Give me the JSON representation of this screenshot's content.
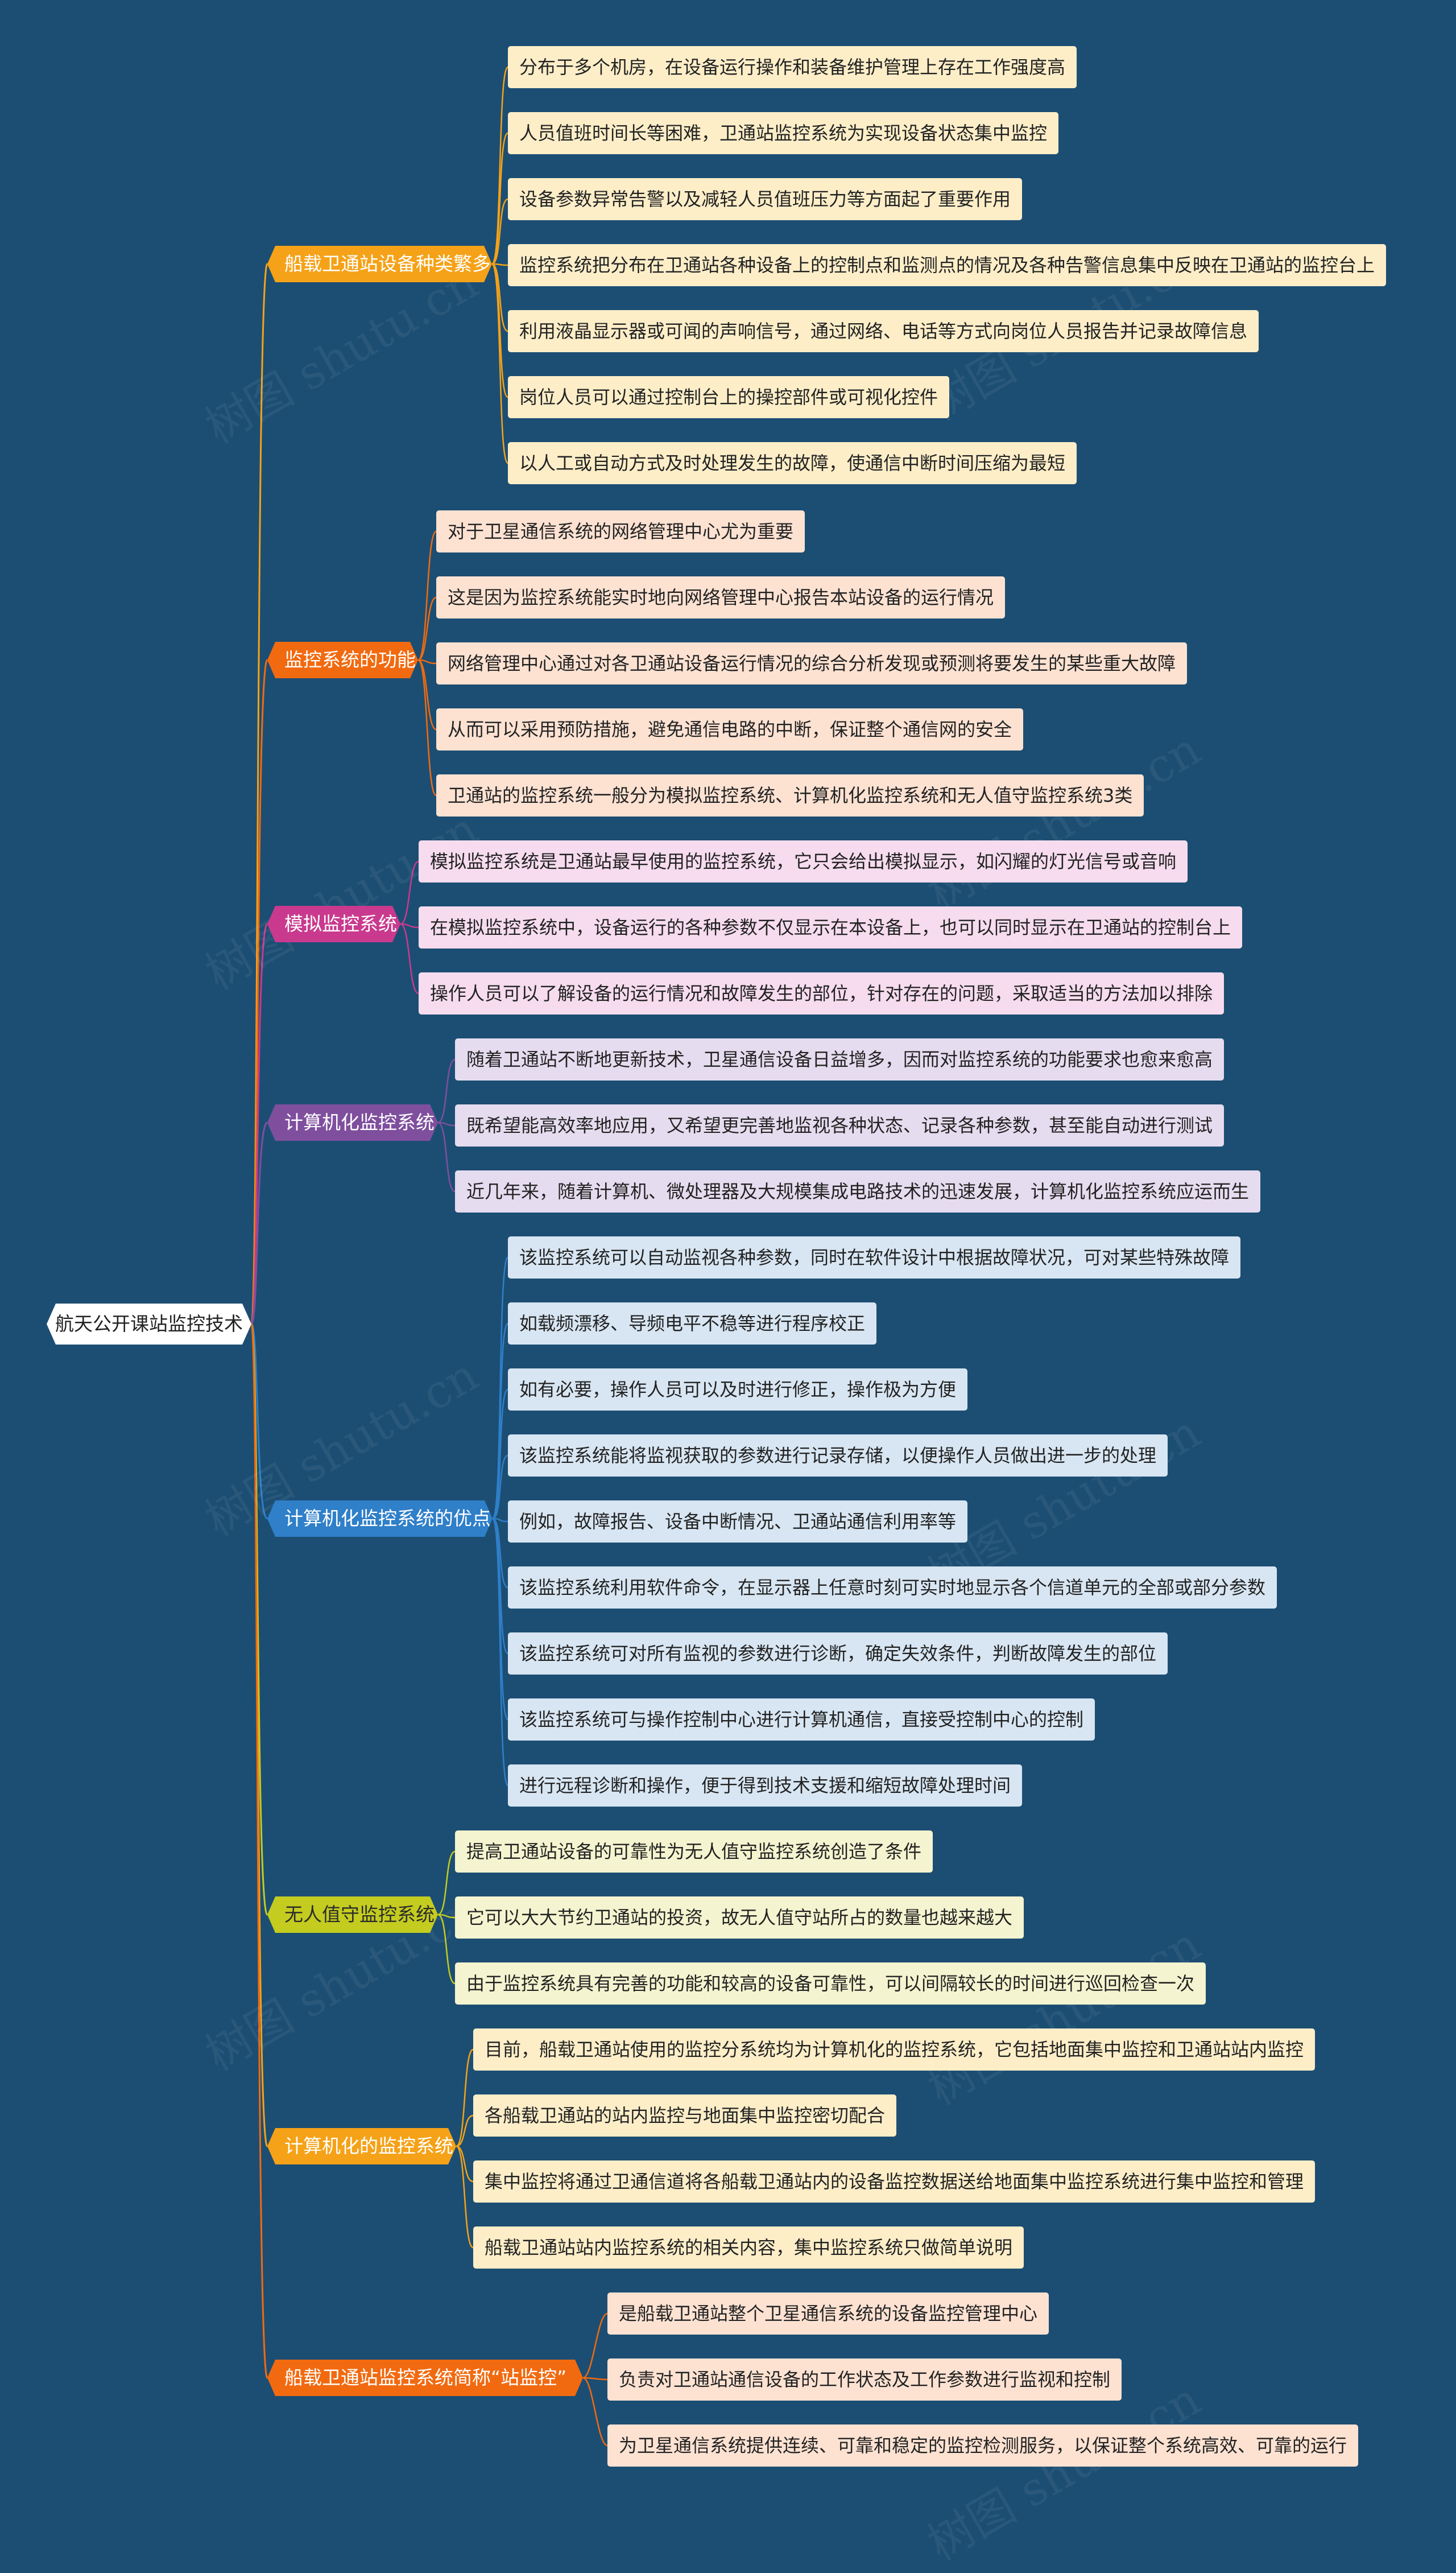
{
  "root": {
    "label": "航天公开课站监控技术"
  },
  "watermark": "树图 shutu.cn",
  "branches": [
    {
      "label": "船载卫通站设备种类繁多",
      "color": "#f5a218",
      "leafBg": "#fdeec8",
      "leaves": [
        "分布于多个机房，在设备运行操作和装备维护管理上存在工作强度高",
        "人员值班时间长等困难，卫通站监控系统为实现设备状态集中监控",
        "设备参数异常告警以及减轻人员值班压力等方面起了重要作用",
        "监控系统把分布在卫通站各种设备上的控制点和监测点的情况及各种告警信息集中反映在卫通站的监控台上",
        "利用液晶显示器或可闻的声响信号，通过网络、电话等方式向岗位人员报告并记录故障信息",
        "岗位人员可以通过控制台上的操控部件或可视化控件",
        "以人工或自动方式及时处理发生的故障，使通信中断时间压缩为最短"
      ]
    },
    {
      "label": "监控系统的功能",
      "color": "#f26a10",
      "leafBg": "#fde2d2",
      "leaves": [
        "对于卫星通信系统的网络管理中心尤为重要",
        "这是因为监控系统能实时地向网络管理中心报告本站设备的运行情况",
        "网络管理中心通过对各卫通站设备运行情况的综合分析发现或预测将要发生的某些重大故障",
        "从而可以采用预防措施，避免通信电路的中断，保证整个通信网的安全",
        "卫通站的监控系统一般分为模拟监控系统、计算机化监控系统和无人值守监控系统3类"
      ]
    },
    {
      "label": "模拟监控系统",
      "color": "#c93a8e",
      "leafBg": "#f6dcee",
      "leaves": [
        "模拟监控系统是卫通站最早使用的监控系统，它只会给出模拟显示，如闪耀的灯光信号或音响",
        "在模拟监控系统中，设备运行的各种参数不仅显示在本设备上，也可以同时显示在卫通站的控制台上",
        "操作人员可以了解设备的运行情况和故障发生的部位，针对存在的问题，采取适当的方法加以排除"
      ]
    },
    {
      "label": "计算机化监控系统",
      "color": "#7f4f9e",
      "leafBg": "#e6dcef",
      "leaves": [
        "随着卫通站不断地更新技术，卫星通信设备日益增多，因而对监控系统的功能要求也愈来愈高",
        "既希望能高效率地应用，又希望更完善地监视各种状态、记录各种参数，甚至能自动进行测试",
        "近几年来，随着计算机、微处理器及大规模集成电路技术的迅速发展，计算机化监控系统应运而生"
      ]
    },
    {
      "label": "计算机化监控系统的优点",
      "color": "#2f7fc9",
      "leafBg": "#d8e6f3",
      "leaves": [
        "该监控系统可以自动监视各种参数，同时在软件设计中根据故障状况，可对某些特殊故障",
        "如载频漂移、导频电平不稳等进行程序校正",
        "如有必要，操作人员可以及时进行修正，操作极为方便",
        "该监控系统能将监视获取的参数进行记录存储，以便操作人员做出进一步的处理",
        "例如，故障报告、设备中断情况、卫通站通信利用率等",
        "该监控系统利用软件命令，在显示器上任意时刻可实时地显示各个信道单元的全部或部分参数",
        "该监控系统可对所有监视的参数进行诊断，确定失效条件，判断故障发生的部位",
        "该监控系统可与操作控制中心进行计算机通信，直接受控制中心的控制",
        "进行远程诊断和操作，便于得到技术支援和缩短故障处理时间"
      ]
    },
    {
      "label": "无人值守监控系统",
      "color": "#c3cc1f",
      "labelColor": "#2b2b2b",
      "leafBg": "#f4f4d0",
      "leaves": [
        "提高卫通站设备的可靠性为无人值守监控系统创造了条件",
        "它可以大大节约卫通站的投资，故无人值守站所占的数量也越来越大",
        "由于监控系统具有完善的功能和较高的设备可靠性，可以间隔较长的时间进行巡回检查一次"
      ]
    },
    {
      "label": "计算机化的监控系统",
      "color": "#f5a218",
      "leafBg": "#fdeec8",
      "leaves": [
        "目前，船载卫通站使用的监控分系统均为计算机化的监控系统，它包括地面集中监控和卫通站站内监控",
        "各船载卫通站的站内监控与地面集中监控密切配合",
        "集中监控将通过卫通信道将各船载卫通站内的设备监控数据送给地面集中监控系统进行集中监控和管理",
        "船载卫通站站内监控系统的相关内容，集中监控系统只做简单说明"
      ]
    },
    {
      "label": "船载卫通站监控系统简称“站监控”",
      "color": "#f26a10",
      "leafBg": "#fde2d2",
      "leaves": [
        "是船载卫通站整个卫星通信系统的设备监控管理中心",
        "负责对卫通站通信设备的工作状态及工作参数进行监视和控制",
        "为卫星通信系统提供连续、可靠和稳定的监控检测服务，以保证整个系统高效、可靠的运行"
      ]
    }
  ]
}
